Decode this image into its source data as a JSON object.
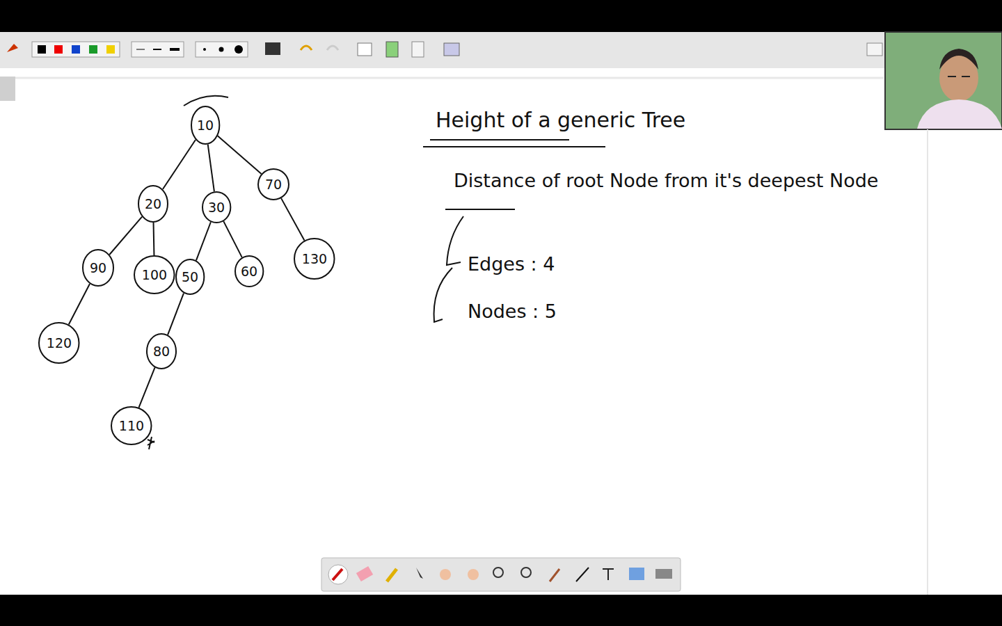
{
  "diagram": {
    "title": "Height of a generic Tree",
    "nodes": [
      {
        "text": [
          "10"
        ]
      },
      {
        "text": [
          "20"
        ]
      },
      {
        "text": [
          "30"
        ]
      },
      {
        "text": [
          "70"
        ]
      },
      {
        "text": [
          "90"
        ]
      },
      {
        "text": [
          "100"
        ]
      },
      {
        "text": [
          "50"
        ]
      },
      {
        "text": [
          "60"
        ]
      },
      {
        "text": [
          "130"
        ]
      },
      {
        "text": [
          "120"
        ]
      },
      {
        "text": [
          "80"
        ]
      },
      {
        "text": [
          "110"
        ]
      }
    ],
    "edges": [
      {
        "from": 0,
        "to": 1,
        "arrow": "none"
      },
      {
        "from": 0,
        "to": 2,
        "arrow": "none"
      },
      {
        "from": 0,
        "to": 3,
        "arrow": "none"
      },
      {
        "from": 1,
        "to": 4,
        "arrow": "none"
      },
      {
        "from": 1,
        "to": 5,
        "arrow": "none"
      },
      {
        "from": 2,
        "to": 6,
        "arrow": "none"
      },
      {
        "from": 2,
        "to": 7,
        "arrow": "none"
      },
      {
        "from": 3,
        "to": 8,
        "arrow": "none"
      },
      {
        "from": 4,
        "to": 9,
        "arrow": "none"
      },
      {
        "from": 6,
        "to": 10,
        "arrow": "none"
      },
      {
        "from": 10,
        "to": 11,
        "arrow": "none"
      }
    ],
    "labels": [
      "Distance of root Node from it's deepest Node",
      "Edges : 4",
      "Nodes : 5"
    ]
  }
}
